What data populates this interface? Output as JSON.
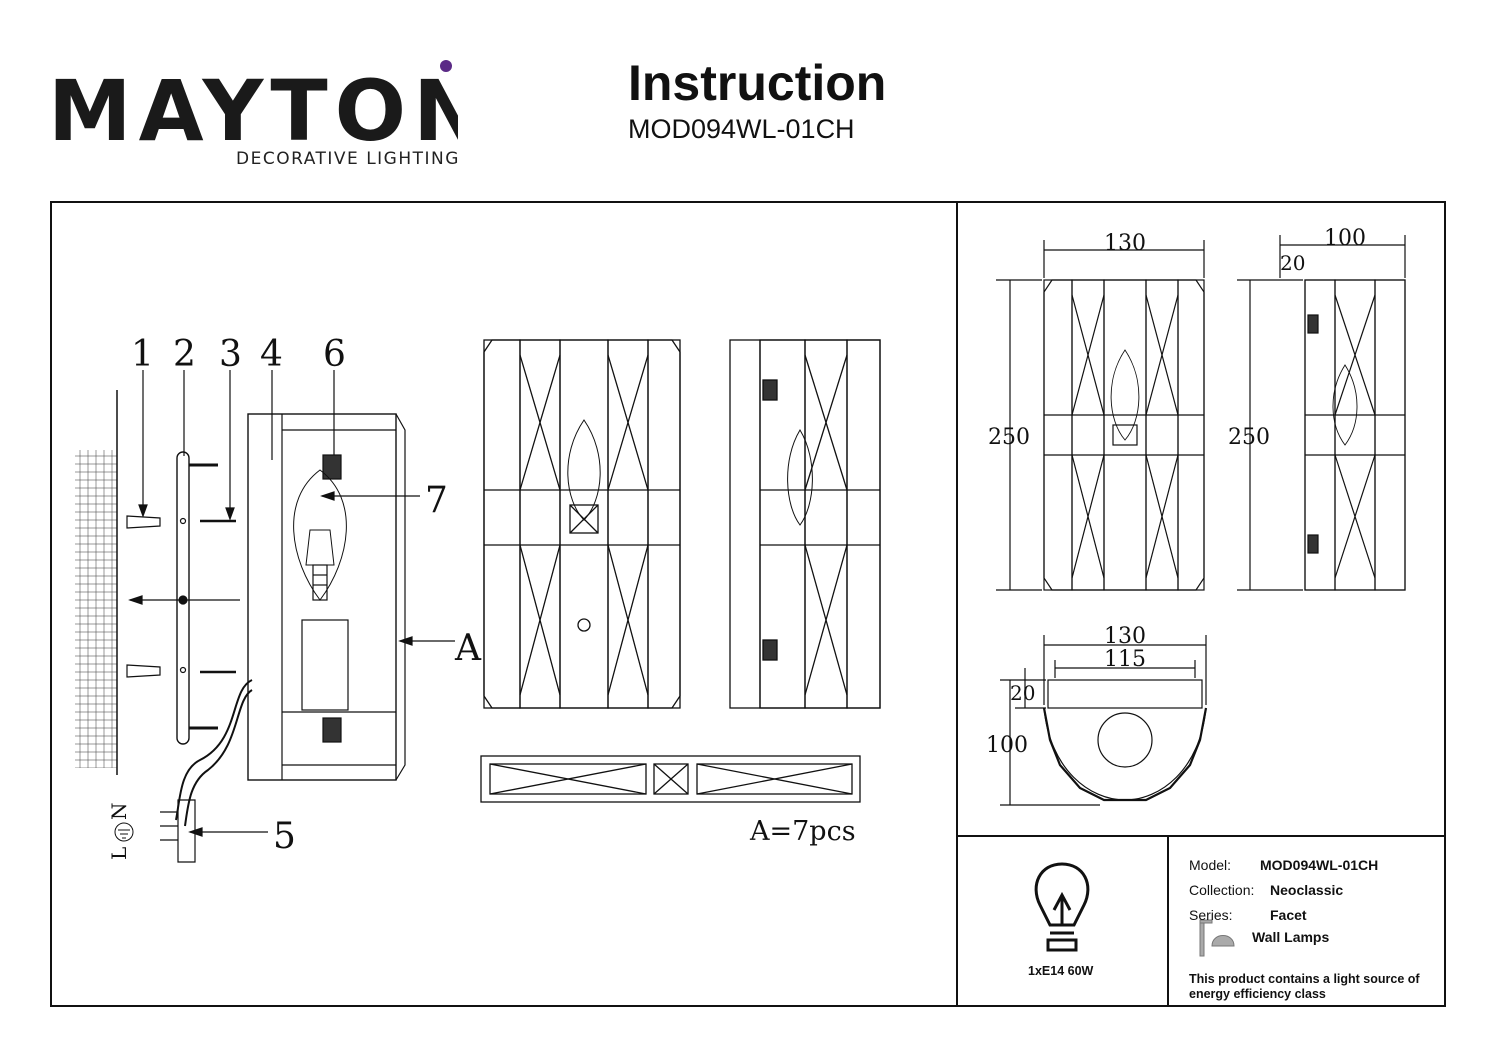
{
  "brand": {
    "name": "MAYTONI",
    "tagline": "DECORATIVE LIGHTING",
    "accent_color": "#5b2a86"
  },
  "document": {
    "title": "Instruction",
    "model": "MOD094WL-01CH"
  },
  "assembly": {
    "part_numbers": [
      "1",
      "2",
      "3",
      "4",
      "6",
      "7",
      "5"
    ],
    "callout_A": "A",
    "wire_labels": [
      "N",
      "L"
    ],
    "crystal_note": "A=7pcs"
  },
  "dimensions": {
    "front_width": "130",
    "front_height": "250",
    "side_depth": "100",
    "side_offset": "20",
    "side_height": "250",
    "top_width": "130",
    "top_inner": "115",
    "top_offset": "20",
    "top_depth": "100"
  },
  "specs": {
    "model_label": "Model:",
    "model_value": "MOD094WL-01CH",
    "collection_label": "Collection:",
    "collection_value": "Neoclassic",
    "series_label": "Series:",
    "series_value": "Facet",
    "type_value": "Wall Lamps",
    "lamp_rating": "1xE14 60W",
    "energy_note": "This product contains a light source of energy efficiency class"
  },
  "icons": {
    "bulb": "bulb-icon",
    "wall_lamp": "wall-lamp-icon",
    "ground": "ground-icon"
  }
}
